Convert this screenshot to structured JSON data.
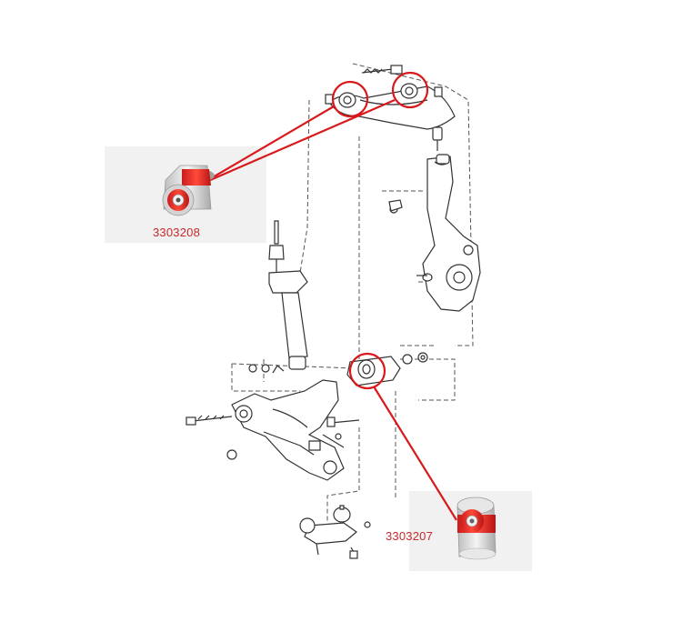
{
  "parts": [
    {
      "part_number": "3303208",
      "location": "upper-control-arm"
    },
    {
      "part_number": "3303207",
      "location": "lower-control-arm"
    }
  ],
  "colors": {
    "callout": "#d8191c",
    "label": "#c8282a",
    "drawing": "#333333",
    "bushing_red": "#e8312c",
    "bushing_metal": "#d9d9d9"
  }
}
